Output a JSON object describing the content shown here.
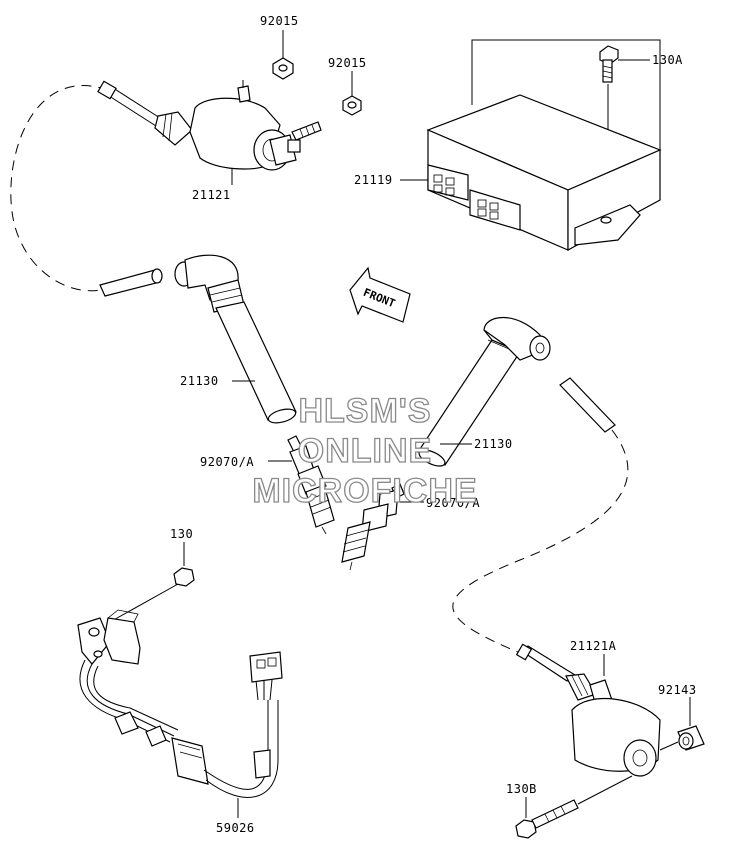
{
  "labels": {
    "nut_top_1": "92015",
    "nut_top_2": "92015",
    "bolt_130a": "130A",
    "ecu": "21119",
    "coil_top": "21121",
    "cap_left": "21130",
    "cap_right": "21130",
    "plug_left": "92070/A",
    "plug_right": "92070/A",
    "bolt_130": "130",
    "harness": "59026",
    "coil_bottom": "21121A",
    "collar": "92143",
    "bolt_130b": "130B"
  },
  "front_marker": "FRONT",
  "watermark": [
    "HLSM'S",
    "ONLINE",
    "MICROFICHE"
  ]
}
